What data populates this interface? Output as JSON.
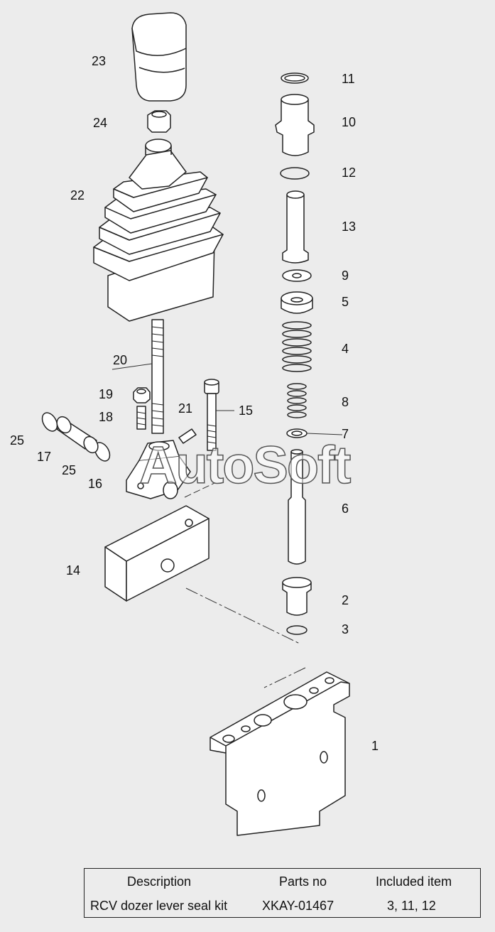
{
  "callouts": [
    {
      "id": "23",
      "label": "23"
    },
    {
      "id": "24",
      "label": "24"
    },
    {
      "id": "22",
      "label": "22"
    },
    {
      "id": "20",
      "label": "20"
    },
    {
      "id": "19",
      "label": "19"
    },
    {
      "id": "18",
      "label": "18"
    },
    {
      "id": "21",
      "label": "21"
    },
    {
      "id": "15",
      "label": "15"
    },
    {
      "id": "25a",
      "label": "25"
    },
    {
      "id": "17",
      "label": "17"
    },
    {
      "id": "25b",
      "label": "25"
    },
    {
      "id": "16",
      "label": "16"
    },
    {
      "id": "14",
      "label": "14"
    },
    {
      "id": "11",
      "label": "11"
    },
    {
      "id": "10",
      "label": "10"
    },
    {
      "id": "12",
      "label": "12"
    },
    {
      "id": "13",
      "label": "13"
    },
    {
      "id": "9",
      "label": "9"
    },
    {
      "id": "5",
      "label": "5"
    },
    {
      "id": "4",
      "label": "4"
    },
    {
      "id": "8",
      "label": "8"
    },
    {
      "id": "7",
      "label": "7"
    },
    {
      "id": "6",
      "label": "6"
    },
    {
      "id": "2",
      "label": "2"
    },
    {
      "id": "3",
      "label": "3"
    },
    {
      "id": "1",
      "label": "1"
    }
  ],
  "watermark": "AutoSoft",
  "table": {
    "headers": {
      "description": "Description",
      "parts_no": "Parts no",
      "included": "Included item"
    },
    "row": {
      "description": "RCV dozer lever seal kit",
      "parts_no": "XKAY-01467",
      "included": "3, 11, 12"
    }
  }
}
